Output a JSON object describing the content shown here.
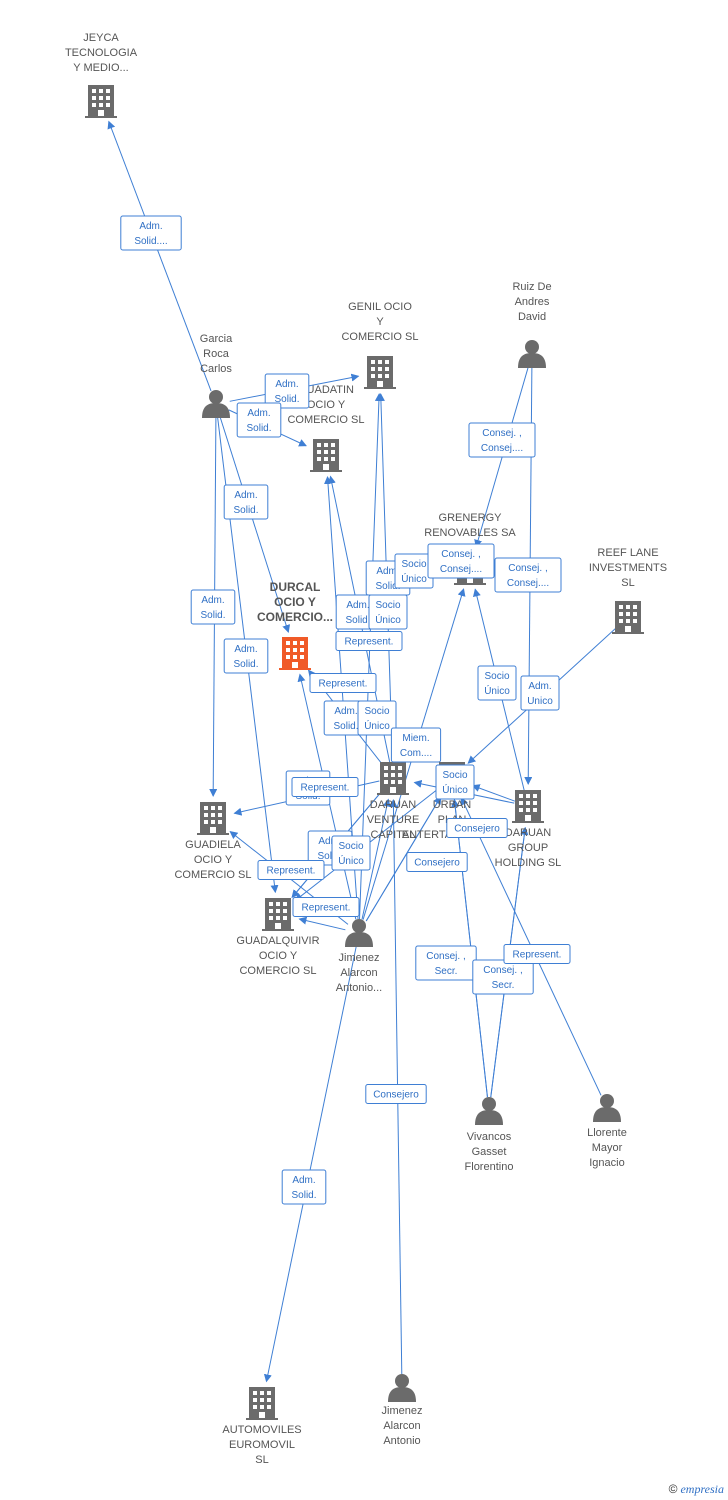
{
  "colors": {
    "edge": "#3f7fd4",
    "node": "#6b6b6b",
    "focus": "#f05a28",
    "label": "#555555"
  },
  "nodes": [
    {
      "id": "jeyca",
      "kind": "company",
      "lines": [
        "JEYCA",
        "TECNOLOGIA",
        "Y MEDIO..."
      ]
    },
    {
      "id": "genil",
      "kind": "company",
      "lines": [
        "GENIL OCIO",
        "Y",
        "COMERCIO  SL"
      ]
    },
    {
      "id": "guadatin",
      "kind": "company",
      "lines": [
        "GUADATIN",
        "OCIO Y",
        "COMERCIO  SL"
      ]
    },
    {
      "id": "durcal",
      "kind": "focus",
      "lines": [
        "DURCAL",
        "OCIO Y",
        "COMERCIO..."
      ]
    },
    {
      "id": "grenergy",
      "kind": "company",
      "lines": [
        "GRENERGY",
        "RENOVABLES SA"
      ]
    },
    {
      "id": "reef",
      "kind": "company",
      "lines": [
        "REEF LANE",
        "INVESTMENTS",
        "SL"
      ]
    },
    {
      "id": "daruan_venture",
      "kind": "company",
      "lines": [
        "DARUAN",
        "VENTURE",
        "CAPITAL"
      ]
    },
    {
      "id": "urban",
      "kind": "company",
      "lines": [
        "URBAN",
        "PLAN",
        "ENTERTAINMENT..."
      ]
    },
    {
      "id": "daruan_group",
      "kind": "company",
      "lines": [
        "DARUAN",
        "GROUP",
        "HOLDING  SL"
      ]
    },
    {
      "id": "guadiela",
      "kind": "company",
      "lines": [
        "GUADIELA",
        "OCIO Y",
        "COMERCIO  SL"
      ]
    },
    {
      "id": "guadalquivir",
      "kind": "company",
      "lines": [
        "GUADALQUIVIR",
        "OCIO Y",
        "COMERCIO  SL"
      ]
    },
    {
      "id": "automoviles",
      "kind": "company",
      "lines": [
        "AUTOMOVILES",
        "EUROMOVIL",
        "SL"
      ]
    },
    {
      "id": "garcia",
      "kind": "person",
      "lines": [
        "Garcia",
        "Roca",
        "Carlos"
      ]
    },
    {
      "id": "ruiz",
      "kind": "person",
      "lines": [
        "Ruiz De",
        "Andres",
        "David"
      ]
    },
    {
      "id": "jimenez1",
      "kind": "person",
      "lines": [
        "Jimenez",
        "Alarcon",
        "Antonio..."
      ]
    },
    {
      "id": "vivancos",
      "kind": "person",
      "lines": [
        "Vivancos",
        "Gasset",
        "Florentino"
      ]
    },
    {
      "id": "llorente",
      "kind": "person",
      "lines": [
        "Llorente",
        "Mayor",
        "Ignacio"
      ]
    },
    {
      "id": "jimenez2",
      "kind": "person",
      "lines": [
        "Jimenez",
        "Alarcon",
        "Antonio"
      ]
    }
  ],
  "edges": [
    {
      "from": "garcia",
      "to": "jeyca",
      "lines": [
        "Adm.",
        "Solid...."
      ]
    },
    {
      "from": "garcia",
      "to": "genil",
      "lines": [
        "Adm.",
        "Solid."
      ]
    },
    {
      "from": "garcia",
      "to": "guadatin",
      "lines": [
        "Adm.",
        "Solid."
      ]
    },
    {
      "from": "garcia",
      "to": "durcal",
      "lines": [
        "Adm.",
        "Solid."
      ]
    },
    {
      "from": "garcia",
      "to": "guadiela",
      "lines": [
        "Adm.",
        "Solid."
      ]
    },
    {
      "from": "garcia",
      "to": "guadalquivir",
      "lines": [
        "Adm.",
        "Solid."
      ]
    },
    {
      "from": "ruiz",
      "to": "grenergy",
      "lines": [
        "Consej. ,",
        "Consej...."
      ]
    },
    {
      "from": "ruiz",
      "to": "daruan_group",
      "lines": [
        "Consej. ,",
        "Consej...."
      ]
    },
    {
      "from": "reef",
      "to": "urban",
      "lines": [
        "Adm.",
        "Unico"
      ]
    },
    {
      "from": "jimenez1",
      "to": "genil",
      "lines": [
        "Adm.",
        "Solid."
      ]
    },
    {
      "from": "daruan_venture",
      "to": "genil",
      "lines": [
        "Socio",
        "Único"
      ]
    },
    {
      "from": "jimenez1",
      "to": "guadatin",
      "lines": [
        "Adm.",
        "Solid."
      ]
    },
    {
      "from": "daruan_venture",
      "to": "guadatin",
      "lines": [
        "Socio",
        "Único"
      ]
    },
    {
      "from": "jimenez1",
      "to": "durcal",
      "lines": [
        "Represent."
      ]
    },
    {
      "from": "daruan_venture",
      "to": "durcal",
      "lines": [
        "Represent."
      ]
    },
    {
      "from": "jimenez1",
      "to": "grenergy",
      "lines": [
        "Consej. ,",
        "Consej...."
      ]
    },
    {
      "from": "daruan_group",
      "to": "grenergy",
      "lines": [
        "Socio",
        "Único"
      ]
    },
    {
      "from": "jimenez1",
      "to": "daruan_venture",
      "lines": [
        "Adm.",
        "Solid."
      ]
    },
    {
      "from": "daruan_group",
      "to": "daruan_venture",
      "lines": [
        "Socio",
        "Único"
      ]
    },
    {
      "from": "jimenez1",
      "to": "urban",
      "lines": [
        "Miem.",
        "Com...."
      ]
    },
    {
      "from": "daruan_group",
      "to": "urban",
      "lines": [
        "Socio",
        "Único"
      ]
    },
    {
      "from": "jimenez1",
      "to": "guadiela",
      "lines": [
        "Adm.",
        "Solid."
      ]
    },
    {
      "from": "daruan_venture",
      "to": "guadiela",
      "lines": [
        "Represent."
      ]
    },
    {
      "from": "jimenez1",
      "to": "guadalquivir",
      "lines": [
        "Adm.",
        "Solid."
      ]
    },
    {
      "from": "daruan_venture",
      "to": "guadalquivir",
      "lines": [
        "Socio",
        "Único"
      ]
    },
    {
      "from": "urban",
      "to": "guadalquivir",
      "lines": [
        "Represent."
      ]
    },
    {
      "from": "daruan_venture",
      "to": "guadalquivir",
      "lines": [
        "Represent."
      ]
    },
    {
      "from": "vivancos",
      "to": "urban",
      "lines": [
        "Consejero"
      ]
    },
    {
      "from": "jimenez1",
      "to": "urban",
      "lines": [
        "Consejero"
      ]
    },
    {
      "from": "vivancos",
      "to": "daruan_group",
      "lines": [
        "Consej. ,",
        "Secr."
      ]
    },
    {
      "from": "vivancos",
      "to": "urban",
      "lines": [
        "Consej. ,",
        "Secr."
      ]
    },
    {
      "from": "vivancos",
      "to": "daruan_group",
      "lines": [
        "Represent."
      ]
    },
    {
      "from": "llorente",
      "to": "urban",
      "lines": []
    },
    {
      "from": "jimenez2",
      "to": "daruan_venture",
      "lines": [
        "Consejero"
      ]
    },
    {
      "from": "jimenez1",
      "to": "automoviles",
      "lines": [
        "Adm.",
        "Solid."
      ]
    }
  ],
  "footer": {
    "copyright": "©",
    "brand": "empresia"
  }
}
